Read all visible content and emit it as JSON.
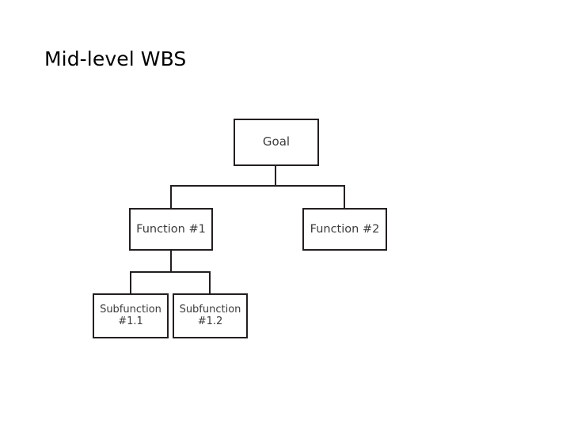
{
  "slide": {
    "title": "Mid-level WBS",
    "background_color": "#ffffff"
  },
  "diagram": {
    "type": "work-breakdown-structure",
    "line_color": "#231f20",
    "box_border_color": "#231f20",
    "box_fill_color": "#ffffff",
    "box_text_color": "#3b3b3b",
    "nodes": {
      "goal": {
        "label": "Goal"
      },
      "function_1": {
        "label": "Function #1"
      },
      "function_2": {
        "label": "Function #2"
      },
      "subfunction_11": {
        "line1": "Subfunction",
        "line2": "#1.1"
      },
      "subfunction_12": {
        "line1": "Subfunction",
        "line2": "#1.2"
      }
    }
  }
}
